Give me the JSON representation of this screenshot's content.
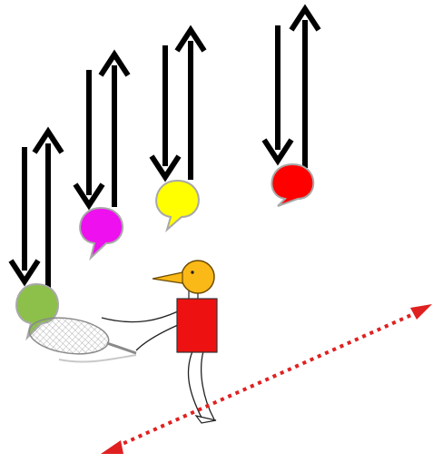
{
  "scene": {
    "background": "#ffffff",
    "balls": [
      {
        "name": "green-ball",
        "color": "#8cc04a"
      },
      {
        "name": "magenta-ball",
        "color": "#ee10ee"
      },
      {
        "name": "yellow-ball",
        "color": "#ffff00"
      },
      {
        "name": "red-ball",
        "color": "#ff0000"
      }
    ],
    "arrow_color": "#000000",
    "ball_outline": "#a8a8a8",
    "player": {
      "head_color": "#fbb917",
      "beak_color": "#fbb917",
      "body_color": "#ee1111"
    },
    "racket_icon": "tennis-racket-icon",
    "movement_line": {
      "color": "#e02020",
      "style": "dotted",
      "direction": "bidirectional"
    }
  }
}
